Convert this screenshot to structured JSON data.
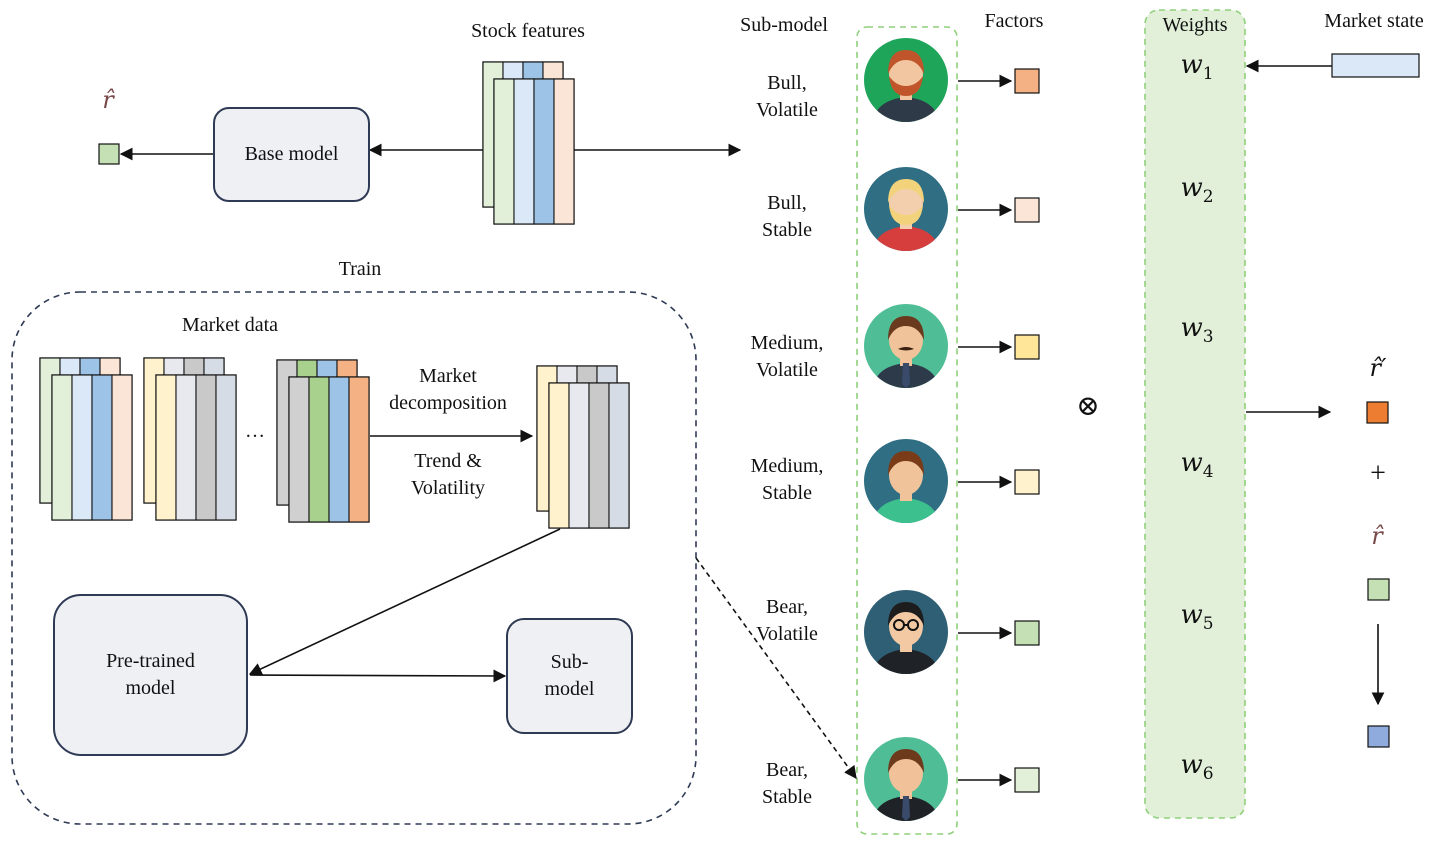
{
  "top": {
    "output_symbol": "r̂",
    "base_model_label": "Base model",
    "stock_features_label": "Stock features",
    "sub_model_header": "Sub-model",
    "factors_header": "Factors",
    "weights_header": "Weights",
    "market_state_label": "Market state"
  },
  "train": {
    "title": "Train",
    "market_data_label": "Market data",
    "ellipsis": "…",
    "decomp_label_1": "Market",
    "decomp_label_2": "decomposition",
    "trend_label_1": "Trend &",
    "trend_label_2": "Volatility",
    "pretrained_line1": "Pre-trained",
    "pretrained_line2": "model",
    "submodel_line1": "Sub-",
    "submodel_line2": "model"
  },
  "regimes": [
    {
      "line1": "Bull,",
      "line2": "Volatile",
      "factor_color": "#f4b183"
    },
    {
      "line1": "Bull,",
      "line2": "Stable",
      "factor_color": "#fbe5d6"
    },
    {
      "line1": "Medium,",
      "line2": "Volatile",
      "factor_color": "#ffe699"
    },
    {
      "line1": "Medium,",
      "line2": "Stable",
      "factor_color": "#fff2cc"
    },
    {
      "line1": "Bear,",
      "line2": "Volatile",
      "factor_color": "#c5e0b4"
    },
    {
      "line1": "Bear,",
      "line2": "Stable",
      "factor_color": "#e2f0d9"
    }
  ],
  "weights": [
    {
      "sym": "w",
      "sub": "1"
    },
    {
      "sym": "w",
      "sub": "2"
    },
    {
      "sym": "w",
      "sub": "3"
    },
    {
      "sym": "w",
      "sub": "4"
    },
    {
      "sym": "w",
      "sub": "5"
    },
    {
      "sym": "w",
      "sub": "6"
    }
  ],
  "combine": {
    "otimes": "⊗",
    "r_hat_prime": "r̂′",
    "plus": "+",
    "r_hat": "r̂"
  },
  "colors": {
    "green_panel": "#e2f0d9",
    "green_border": "#8fd07a",
    "box_fill": "#eef0f4",
    "box_border": "#2f3a55",
    "r_hat_prime_square": "#ed7d31",
    "r_hat_square": "#c5e0b4",
    "final_square": "#8faadc",
    "market_state_bar": "#dae8f8"
  }
}
